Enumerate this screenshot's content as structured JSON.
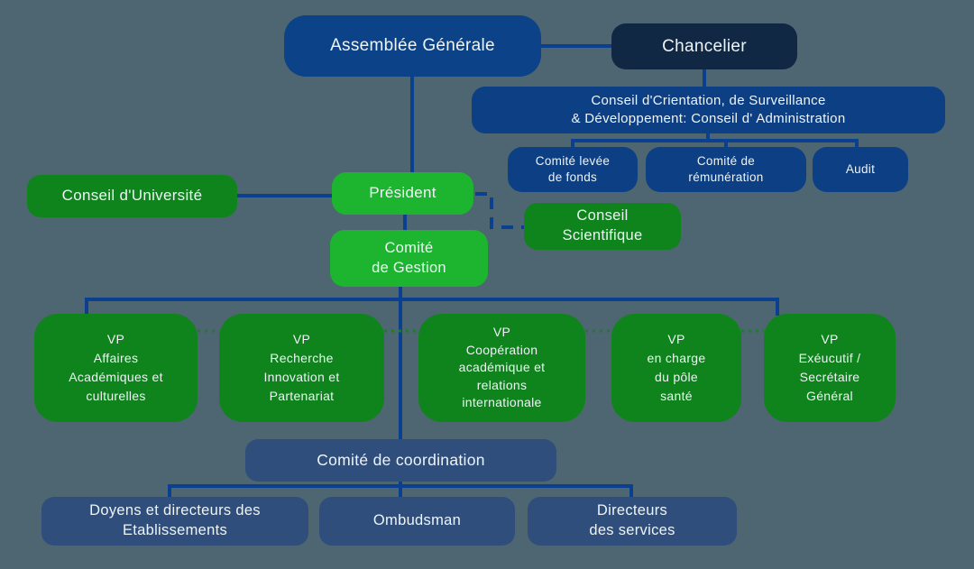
{
  "title": "Organigramme universitaire",
  "colors": {
    "background": "#4e6671",
    "box_blue": "#0c4287",
    "box_navy": "#102844",
    "box_mid_blue": "#0c3f84",
    "box_dark_green": "#0f831c",
    "box_bright_green": "#1db52f",
    "box_slate_blue": "#2f4e7c",
    "line_blue": "#0b3f8f",
    "line_green": "#1d7a2e",
    "text": "#eef4f6"
  },
  "nodes": {
    "assemblee_generale": {
      "label": "Assemblée Générale"
    },
    "chancelier": {
      "label": "Chancelier"
    },
    "conseil_orientation": {
      "label": "Conseil d'Crientation, de Surveillance\n& Développement: Conseil d' Administration"
    },
    "comite_levee_fonds": {
      "label": "Comité levée\nde fonds"
    },
    "comite_remuneration": {
      "label": "Comité de\nrémunération"
    },
    "audit": {
      "label": "Audit"
    },
    "conseil_universite": {
      "label": "Conseil d'Université"
    },
    "president": {
      "label": "Président"
    },
    "conseil_scientifique": {
      "label": "Conseil\nScientifique"
    },
    "comite_gestion": {
      "label": "Comité\nde Gestion"
    },
    "vp_affaires": {
      "label": "VP\nAffaires\nAcadémiques et\nculturelles"
    },
    "vp_recherche": {
      "label": "VP\nRecherche\nInnovation et\nPartenariat"
    },
    "vp_cooperation": {
      "label": "VP\nCoopération\nacadémique et\nrelations\ninternationale"
    },
    "vp_sante": {
      "label": "VP\nen charge\ndu pôle\nsanté"
    },
    "vp_executif": {
      "label": "VP\nExéucutif /\nSecrétaire\nGénéral"
    },
    "comite_coordination": {
      "label": "Comité de coordination"
    },
    "doyens": {
      "label": "Doyens et directeurs des\nEtablissements"
    },
    "ombudsman": {
      "label": "Ombudsman"
    },
    "directeurs_services": {
      "label": "Directeurs\ndes services"
    }
  }
}
